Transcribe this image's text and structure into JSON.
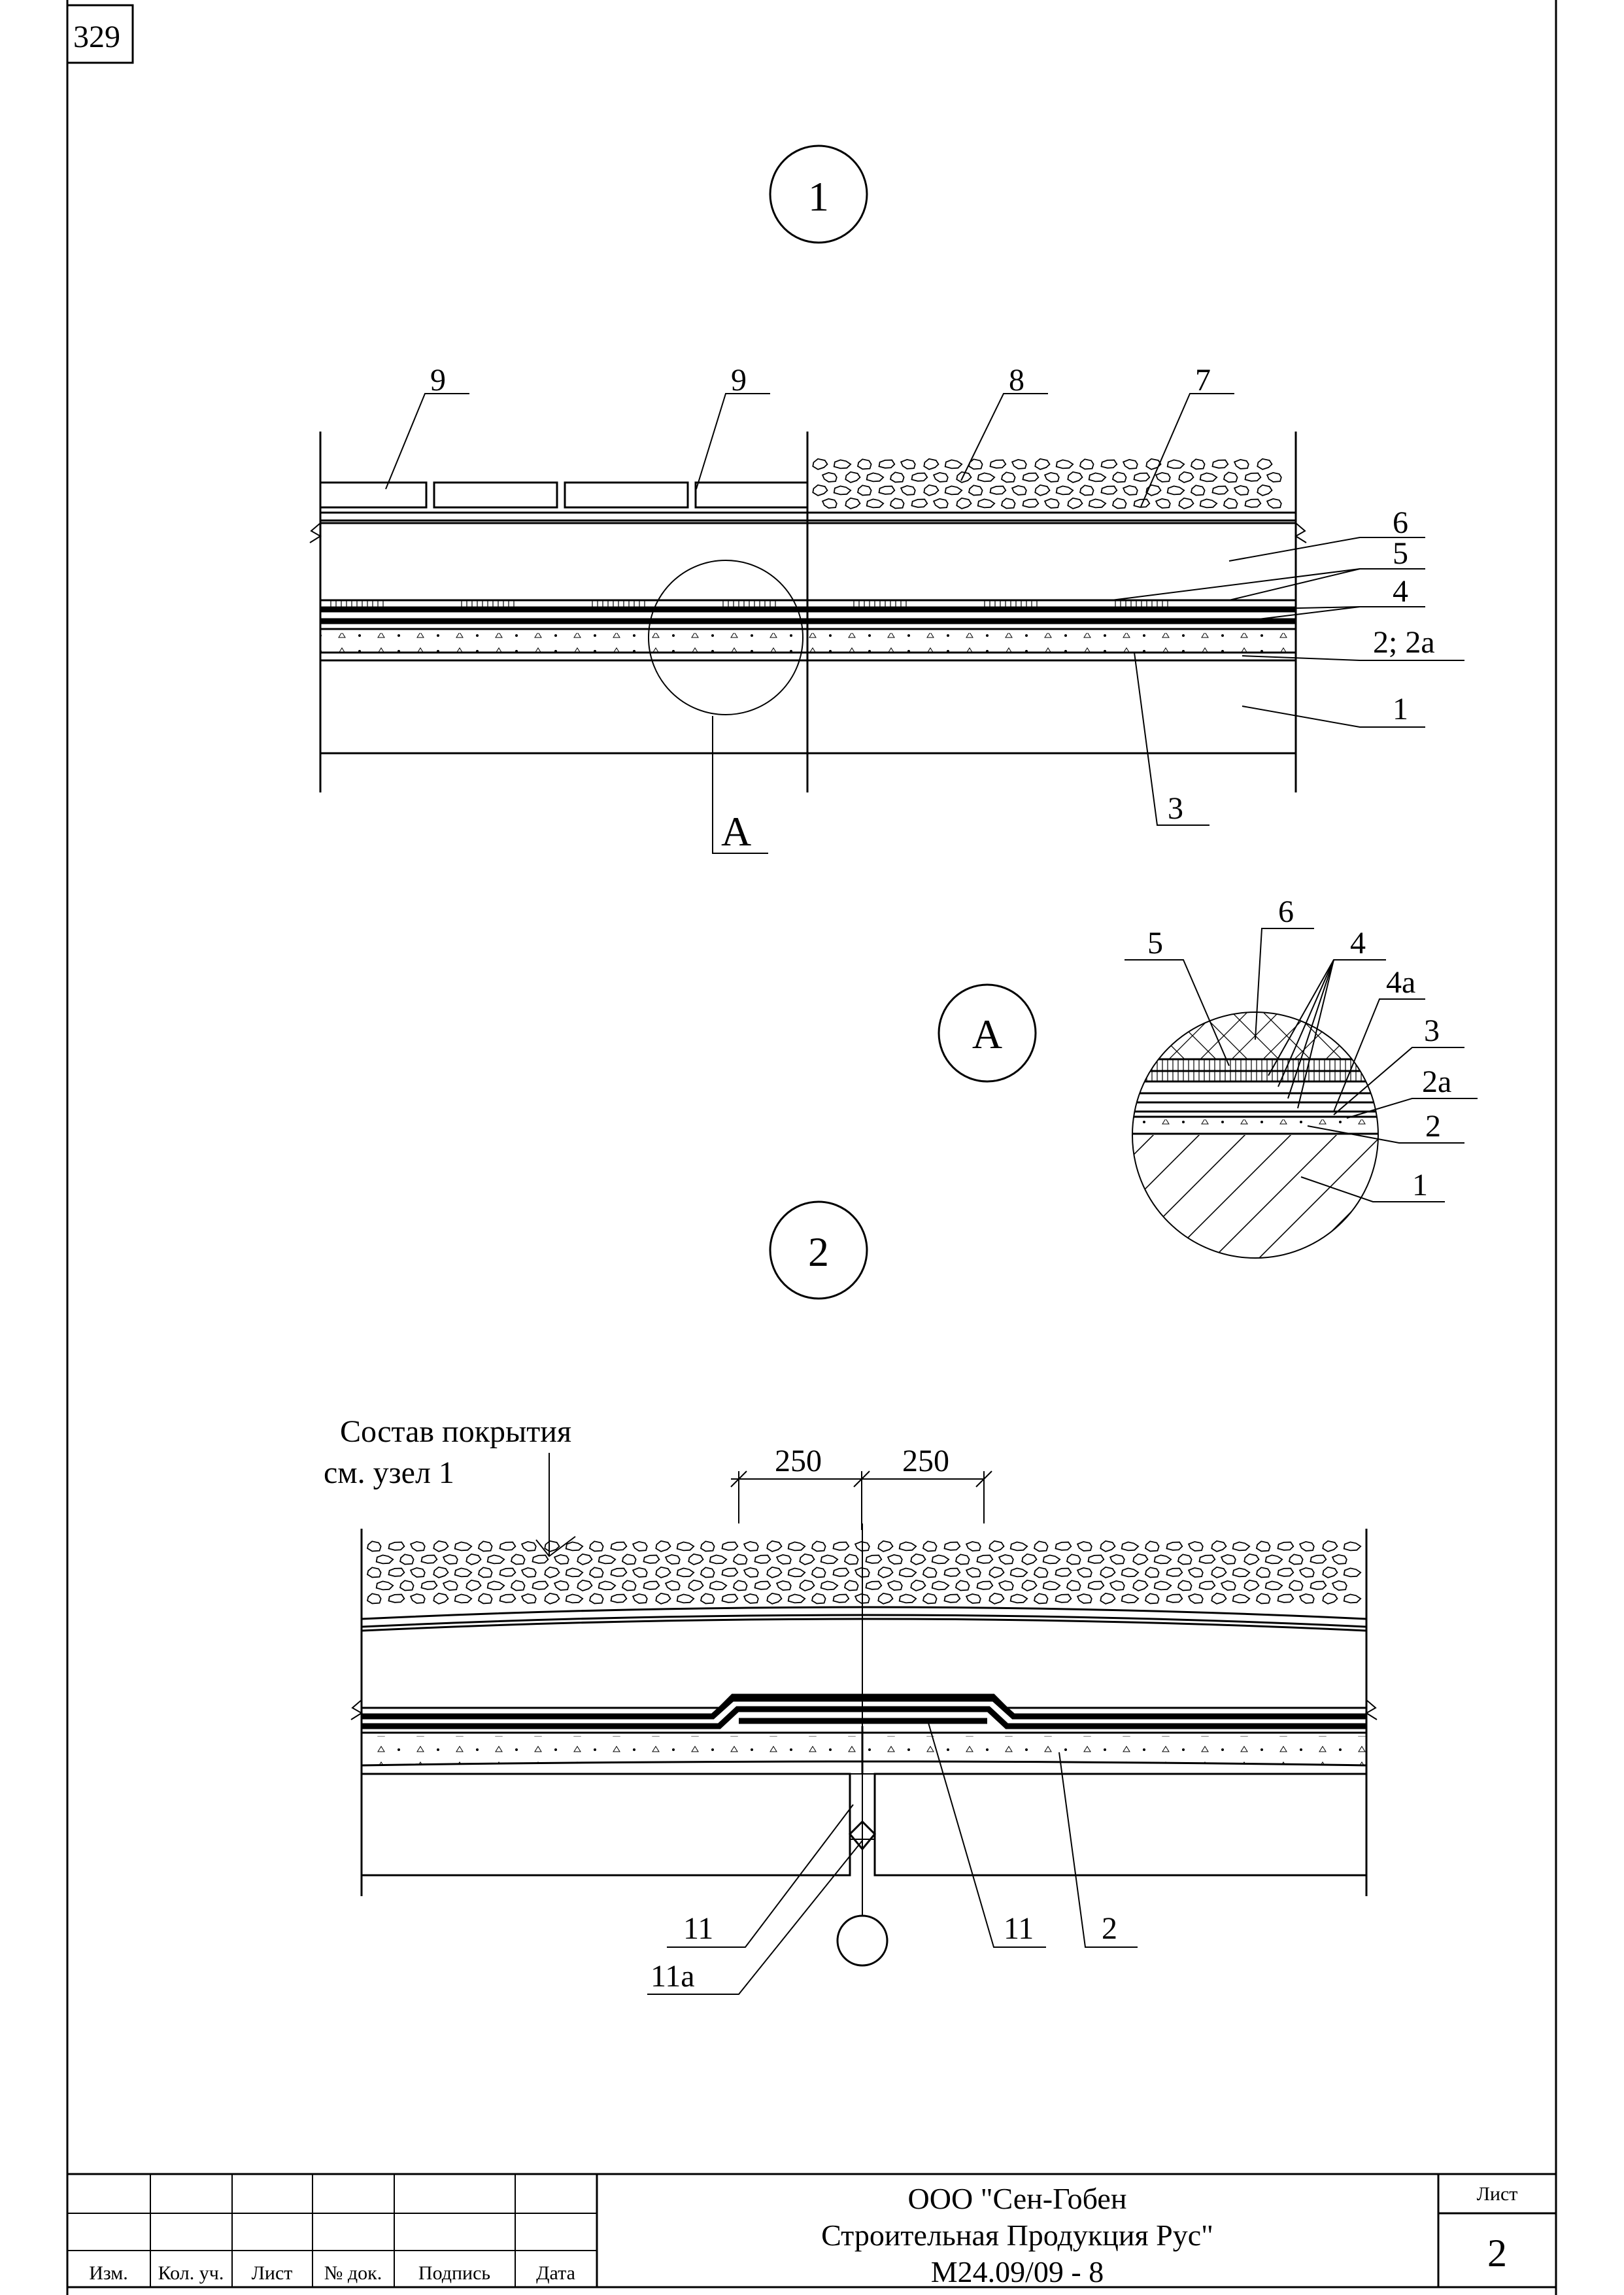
{
  "page_number": "329",
  "node_1": {
    "marker": "1",
    "labels": {
      "tiles_left": "9",
      "tiles_right": "9",
      "gravel": "8",
      "geotextile": "7",
      "insulation": "6",
      "separation": "5",
      "membrane": "4",
      "primer": "2; 2а",
      "slab": "1",
      "screed": "3",
      "detail_ref": "А"
    }
  },
  "detail_A": {
    "marker": "А",
    "labels": {
      "l5": "5",
      "l6": "6",
      "l4": "4",
      "l4a": "4а",
      "l3": "3",
      "l2a": "2а",
      "l2": "2",
      "l1": "1"
    }
  },
  "node_2": {
    "marker": "2",
    "note_line1": "Состав покрытия",
    "note_line2": "см. узел 1",
    "dim_left": "250",
    "dim_right": "250",
    "labels": {
      "l11_left": "11",
      "l11a": "11а",
      "l11_right": "11",
      "l2": "2"
    }
  },
  "title_block": {
    "columns": [
      "Изм.",
      "Кол. уч.",
      "Лист",
      "№ док.",
      "Подпись",
      "Дата"
    ],
    "company_line1": "ООО \"Сен-Гобен",
    "company_line2": "Строительная Продукция Рус\"",
    "doc_code": "М24.09/09 - 8",
    "sheet_label": "Лист",
    "sheet_number": "2"
  }
}
